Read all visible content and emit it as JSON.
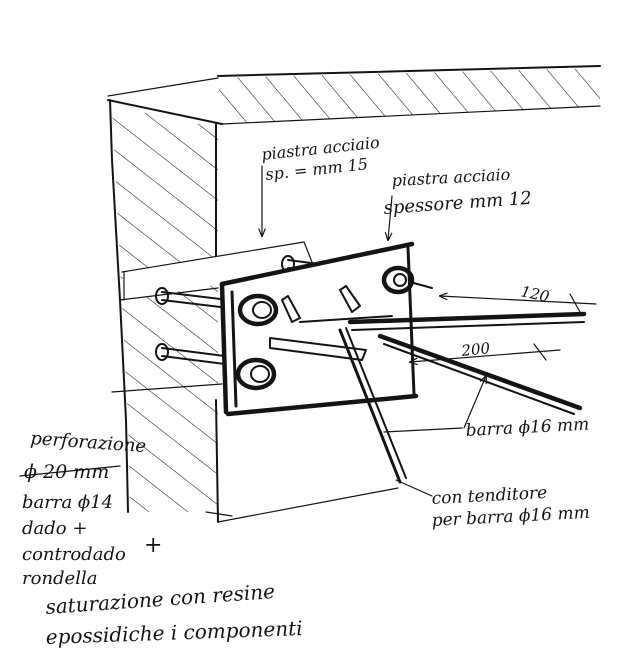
{
  "labels": {
    "plate_15_line1": "piastra acciaio",
    "plate_15_line2": "sp. = mm 15",
    "plate_12_line1": "piastra acciaio",
    "plate_12_line2": "spessore mm 12",
    "dim_120": "120",
    "dim_200": "200",
    "bar_16": "barra ϕ16 mm",
    "tensioner_line1": "con tenditore",
    "tensioner_line2": "per barra ϕ16 mm",
    "left_line1": "perforazione",
    "left_line2": "ϕ 20 mm",
    "left_line3": "barra ϕ14",
    "left_line4": "dado +",
    "left_line5": "controdado",
    "left_plus": "+",
    "left_line6": "rondella",
    "bottom_line1": "saturazione con resine",
    "bottom_line2": "epossidiche i componenti"
  }
}
